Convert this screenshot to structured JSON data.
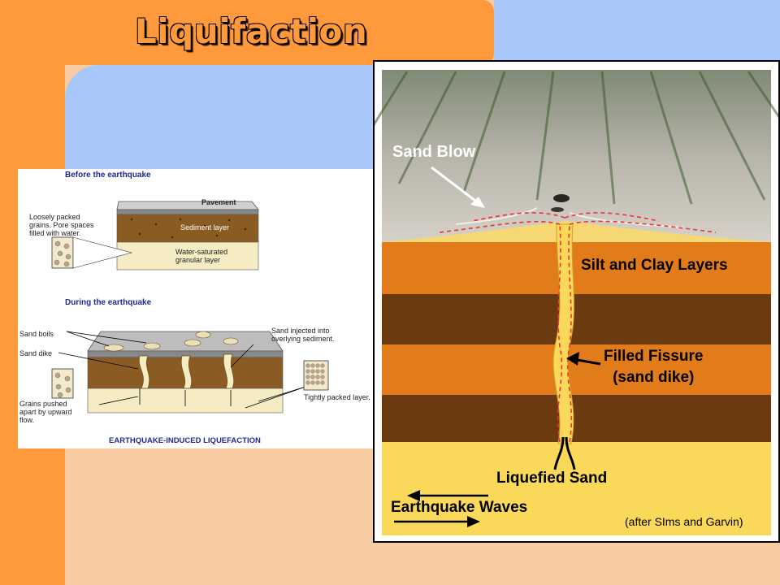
{
  "slide": {
    "title": "Liquifaction"
  },
  "left_diagram": {
    "before_heading": "Before the earthquake",
    "pavement": "Pavement",
    "sediment_layer": "Sediment layer",
    "water_saturated": "Water-saturated\ngranular layer",
    "loosely_packed": "Loosely packed\ngrains. Pore spaces\nfilled with water.",
    "during_heading": "During the earthquake",
    "sand_boils": "Sand boils",
    "sand_dike": "Sand dike",
    "sand_injected": "Sand injected into\noverlying sediment.",
    "grains_pushed": "Grains pushed\napart by upward\nflow.",
    "tightly_packed": "Tightly packed layer.",
    "caption": "EARTHQUAKE-INDUCED LIQUEFACTION"
  },
  "right_diagram": {
    "sand_blow": "Sand Blow",
    "silt_clay": "Silt and Clay Layers",
    "filled_fissure": "Filled Fissure\n(sand dike)",
    "liquefied_sand": "Liquefied Sand",
    "earthquake_waves": "Earthquake Waves",
    "credit": "(after SIms and Garvin)"
  },
  "colors": {
    "orange": "#ff9a3c",
    "blue": "#a7c8f8",
    "peach": "#f8cca2",
    "silt_orange": "#e27c1a",
    "clay_brown": "#6b3a10",
    "sand_yellow": "#f9d85a"
  }
}
